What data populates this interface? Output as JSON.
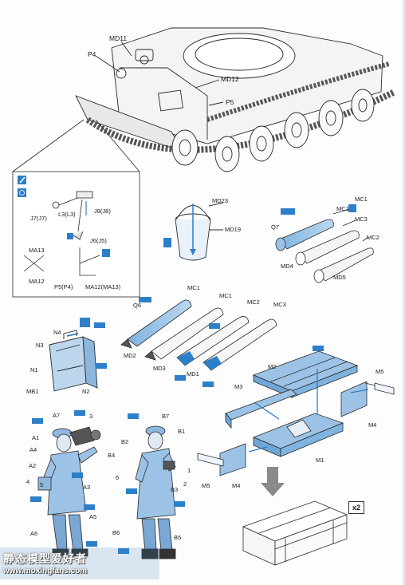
{
  "page": {
    "colors": {
      "ink": "#2a2a2a",
      "part_fill": "#9cc3e6",
      "accent": "#2d7fc9",
      "paper": "#fdfdfd"
    }
  },
  "top_labels": {
    "md11": "MD11",
    "p4": "P4",
    "md12": "MD12",
    "p5": "P5"
  },
  "inset": {
    "icons": [
      "paint-brush-icon",
      "glue-icon"
    ],
    "labels": {
      "j7": "J7(J7)",
      "l3": "L3(L3)",
      "j8": "J8(J8)",
      "j6": "J6(J5)",
      "ma13": "MA13",
      "ma12": "MA12",
      "p5p4": "P5(P4)",
      "ma12ma13": "MA12(MA13)"
    }
  },
  "bucket": {
    "md23": "MD23",
    "md19": "MD19"
  },
  "rounds_top": {
    "mc1": "MC1",
    "mc3": "MC3",
    "q7": "Q7",
    "mc2": "MC2",
    "md4": "MD4",
    "md5": "MD5"
  },
  "rounds_mid": {
    "mc1a": "MC1",
    "mc1b": "MC1",
    "mc2": "MC2",
    "mc3": "MC3",
    "q6": "Q6",
    "md2": "MD2",
    "md3": "MD3",
    "md1": "MD1"
  },
  "jerrycan": {
    "n4": "N4",
    "n3": "N3",
    "n1": "N1",
    "n2": "N2",
    "mb1": "MB1"
  },
  "crate": {
    "m2": "M2",
    "m3": "M3",
    "m1": "M1",
    "m4a": "M4",
    "m5a": "M5",
    "m4b": "M4",
    "m5b": "M5",
    "multiplier": "x2"
  },
  "figure_a": {
    "a7": "A7",
    "a1": "A1",
    "a4": "A4",
    "a2": "A2",
    "a5": "A5",
    "a6": "A6",
    "n4": "4",
    "n5": "5",
    "a3": "A3",
    "n3": "3"
  },
  "figure_b": {
    "b7": "B7",
    "b1": "B1",
    "b2": "B2",
    "b4": "B4",
    "b3": "B3",
    "b6": "B6",
    "b5": "B5",
    "n6": "6",
    "n1": "1",
    "n2": "2"
  },
  "watermark": {
    "title": "静态模型爱好者",
    "url": "www.moxingfans.com"
  }
}
